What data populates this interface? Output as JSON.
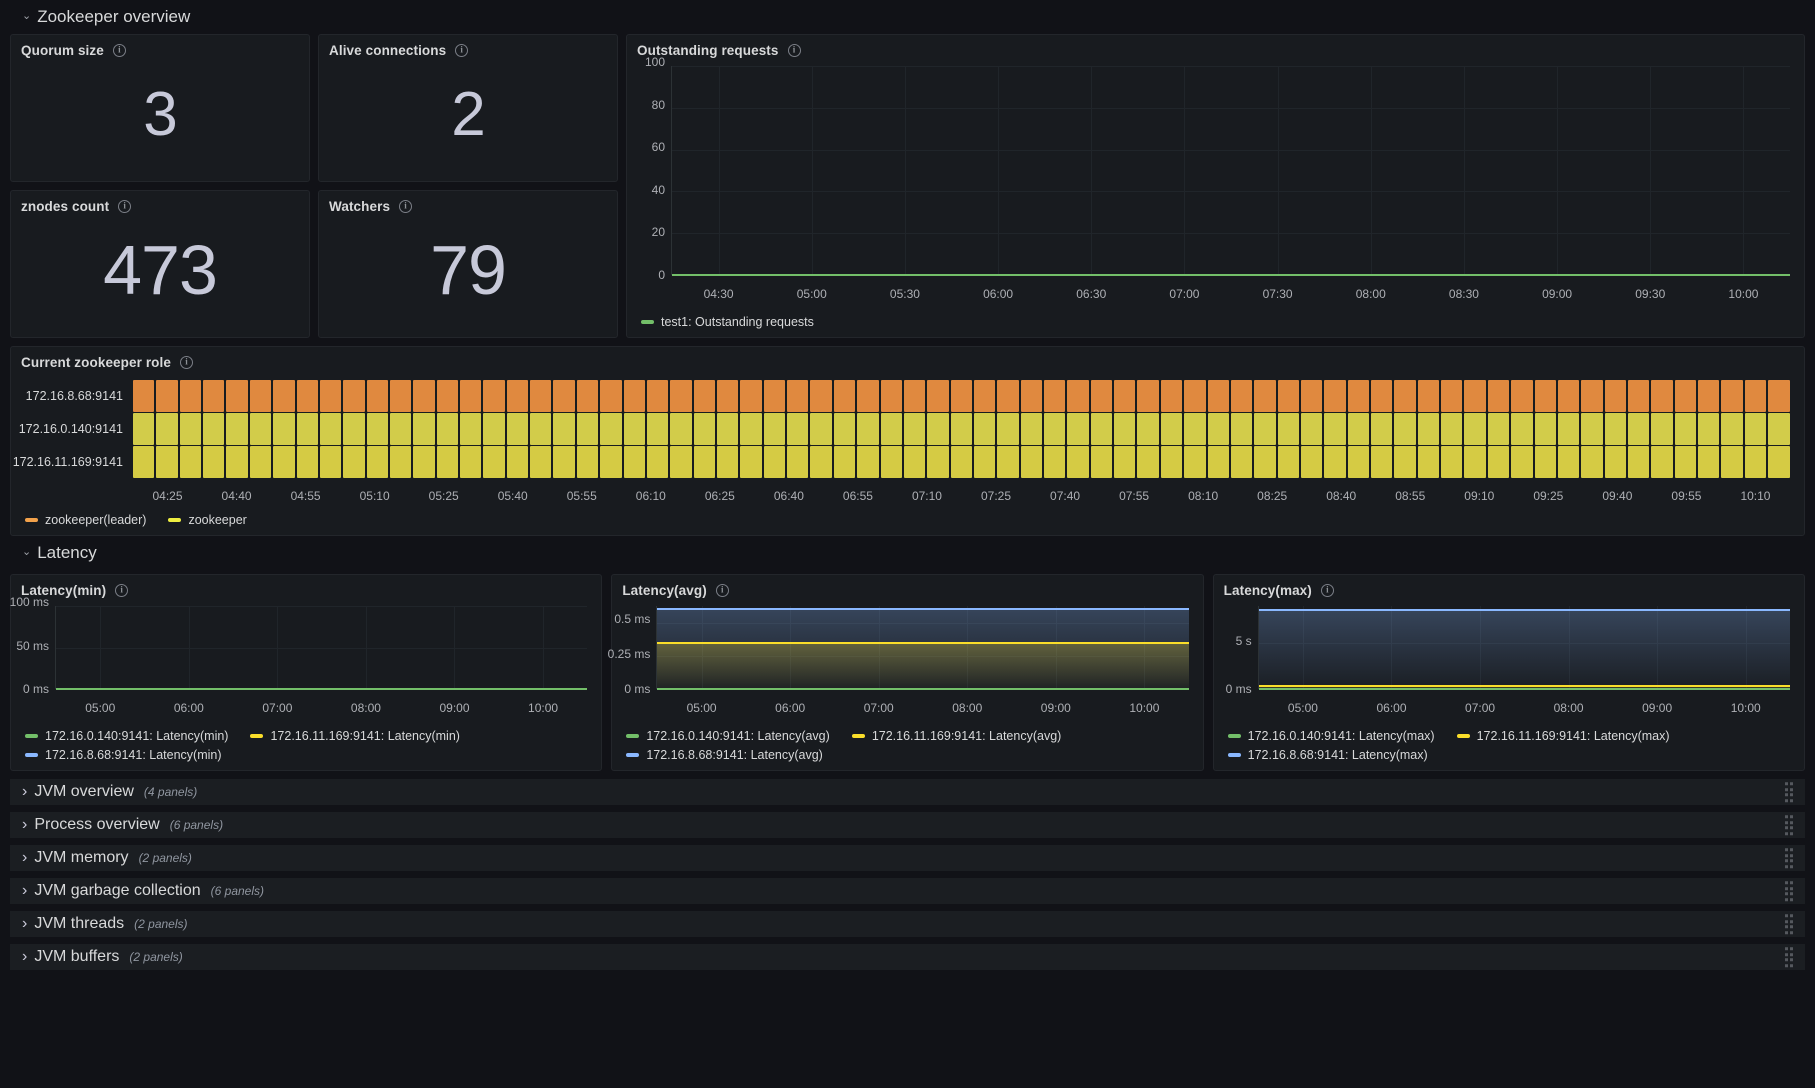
{
  "rows": {
    "zookeeper_overview": {
      "title": "Zookeeper overview",
      "caret": "chevron-down-icon"
    },
    "latency": {
      "title": "Latency",
      "caret": "chevron-down-icon"
    }
  },
  "stats": [
    {
      "title": "Quorum size",
      "value": "3",
      "info": "info-icon"
    },
    {
      "title": "Alive connections",
      "value": "2",
      "info": "info-icon"
    },
    {
      "title": "znodes count",
      "value": "473",
      "info": "info-icon"
    },
    {
      "title": "Watchers",
      "value": "79",
      "info": "info-icon"
    }
  ],
  "outstanding": {
    "title": "Outstanding requests",
    "legend": [
      {
        "label": "test1: Outstanding requests",
        "color": "#73bf69"
      }
    ]
  },
  "role_panel": {
    "title": "Current zookeeper role",
    "rows": [
      {
        "label": "172.16.8.68:9141",
        "color": "#e0893f"
      },
      {
        "label": "172.16.0.140:9141",
        "color": "#d2cc4a"
      },
      {
        "label": "172.16.11.169:9141",
        "color": "#d5cb44"
      }
    ],
    "legend": [
      {
        "label": "zookeeper(leader)",
        "color": "#f2a24b"
      },
      {
        "label": "zookeeper",
        "color": "#eeee41"
      }
    ]
  },
  "latency_panels": [
    {
      "title": "Latency(min)",
      "legend": [
        {
          "label": "172.16.0.140:9141: Latency(min)",
          "color": "#73bf69"
        },
        {
          "label": "172.16.11.169:9141: Latency(min)",
          "color": "#fade2a"
        },
        {
          "label": "172.16.8.68:9141: Latency(min)",
          "color": "#8ab8ff"
        }
      ]
    },
    {
      "title": "Latency(avg)",
      "legend": [
        {
          "label": "172.16.0.140:9141: Latency(avg)",
          "color": "#73bf69"
        },
        {
          "label": "172.16.11.169:9141: Latency(avg)",
          "color": "#fade2a"
        },
        {
          "label": "172.16.8.68:9141: Latency(avg)",
          "color": "#8ab8ff"
        }
      ]
    },
    {
      "title": "Latency(max)",
      "legend": [
        {
          "label": "172.16.0.140:9141: Latency(max)",
          "color": "#73bf69"
        },
        {
          "label": "172.16.11.169:9141: Latency(max)",
          "color": "#fade2a"
        },
        {
          "label": "172.16.8.68:9141: Latency(max)",
          "color": "#8ab8ff"
        }
      ]
    }
  ],
  "collapsed_rows": [
    {
      "title": "JVM overview",
      "count": "(4 panels)",
      "caret": "chevron-right-icon"
    },
    {
      "title": "Process overview",
      "count": "(6 panels)",
      "caret": "chevron-right-icon"
    },
    {
      "title": "JVM memory",
      "count": "(2 panels)",
      "caret": "chevron-right-icon"
    },
    {
      "title": "JVM garbage collection",
      "count": "(6 panels)",
      "caret": "chevron-right-icon"
    },
    {
      "title": "JVM threads",
      "count": "(2 panels)",
      "caret": "chevron-right-icon"
    },
    {
      "title": "JVM buffers",
      "count": "(2 panels)",
      "caret": "chevron-right-icon"
    }
  ],
  "chart_data": [
    {
      "id": "outstanding-requests",
      "type": "line",
      "title": "Outstanding requests",
      "xlabel": "",
      "ylabel": "",
      "ylim": [
        0,
        100
      ],
      "yticks": [
        0,
        20,
        40,
        60,
        80,
        100
      ],
      "ytick_labels": [
        "0",
        "20",
        "40",
        "60",
        "80",
        "100"
      ],
      "xtick_labels": [
        "04:30",
        "05:00",
        "05:30",
        "06:00",
        "06:30",
        "07:00",
        "07:30",
        "08:00",
        "08:30",
        "09:00",
        "09:30",
        "10:00"
      ],
      "grid": true,
      "legend_position": "bottom",
      "series": [
        {
          "name": "test1: Outstanding requests",
          "color": "#73bf69",
          "constant_value": 0
        }
      ]
    },
    {
      "id": "current-zookeeper-role",
      "type": "heatmap",
      "title": "Current zookeeper role",
      "categories": [
        "172.16.8.68:9141",
        "172.16.0.140:9141",
        "172.16.11.169:9141"
      ],
      "states": [
        "zookeeper(leader)",
        "zookeeper",
        "zookeeper"
      ],
      "state_colors": [
        "#e0893f",
        "#d2cc4a",
        "#d5cb44"
      ],
      "xtick_labels": [
        "04:25",
        "04:40",
        "04:55",
        "05:10",
        "05:25",
        "05:40",
        "05:55",
        "06:10",
        "06:25",
        "06:40",
        "06:55",
        "07:10",
        "07:25",
        "07:40",
        "07:55",
        "08:10",
        "08:25",
        "08:40",
        "08:55",
        "09:10",
        "09:25",
        "09:40",
        "09:55",
        "10:10"
      ],
      "legend_position": "bottom",
      "legend": [
        "zookeeper(leader)",
        "zookeeper"
      ]
    },
    {
      "id": "latency-min",
      "type": "line",
      "title": "Latency(min)",
      "ylim": [
        0,
        100
      ],
      "ytick_labels": [
        "0 ms",
        "50 ms",
        "100 ms"
      ],
      "xtick_labels": [
        "05:00",
        "06:00",
        "07:00",
        "08:00",
        "09:00",
        "10:00"
      ],
      "grid": true,
      "legend_position": "bottom",
      "series": [
        {
          "name": "172.16.0.140:9141: Latency(min)",
          "color": "#73bf69",
          "constant_value": 0
        },
        {
          "name": "172.16.11.169:9141: Latency(min)",
          "color": "#fade2a",
          "constant_value": 0
        },
        {
          "name": "172.16.8.68:9141: Latency(min)",
          "color": "#8ab8ff",
          "constant_value": 0
        }
      ]
    },
    {
      "id": "latency-avg",
      "type": "area",
      "title": "Latency(avg)",
      "ylim": [
        0,
        0.625
      ],
      "ytick_labels": [
        "0 ms",
        "0.25 ms",
        "0.5 ms"
      ],
      "xtick_labels": [
        "05:00",
        "06:00",
        "07:00",
        "08:00",
        "09:00",
        "10:00"
      ],
      "grid": true,
      "legend_position": "bottom",
      "series": [
        {
          "name": "172.16.0.140:9141: Latency(avg)",
          "color": "#73bf69",
          "constant_value": 0
        },
        {
          "name": "172.16.11.169:9141: Latency(avg)",
          "color": "#fade2a",
          "constant_value": 0.35
        },
        {
          "name": "172.16.8.68:9141: Latency(avg)",
          "color": "#8ab8ff",
          "constant_value": 0.6
        }
      ]
    },
    {
      "id": "latency-max",
      "type": "area",
      "title": "Latency(max)",
      "ylim": [
        0,
        9
      ],
      "ytick_labels": [
        "0 ms",
        "5 s"
      ],
      "xtick_labels": [
        "05:00",
        "06:00",
        "07:00",
        "08:00",
        "09:00",
        "10:00"
      ],
      "grid": true,
      "legend_position": "bottom",
      "series": [
        {
          "name": "172.16.0.140:9141: Latency(max)",
          "color": "#73bf69",
          "constant_value": 0
        },
        {
          "name": "172.16.11.169:9141: Latency(max)",
          "color": "#fade2a",
          "constant_value": 0.35
        },
        {
          "name": "172.16.8.68:9141: Latency(max)",
          "color": "#8ab8ff",
          "constant_value": 8.6
        }
      ]
    }
  ]
}
